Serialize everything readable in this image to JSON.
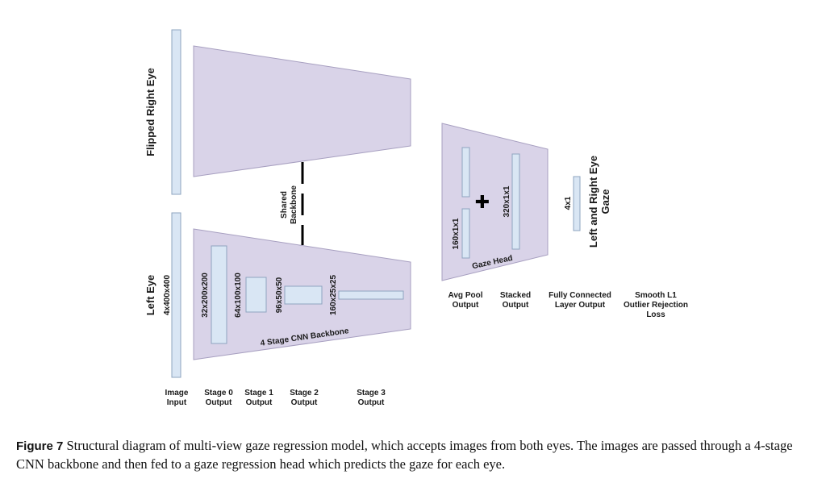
{
  "diagram": {
    "eye_labels": {
      "flipped_right_eye": "Flipped Right Eye",
      "left_eye": "Left Eye"
    },
    "input_size": "4x400x400",
    "shared_backbone": [
      "Shared",
      "Backbone"
    ],
    "backbone_label": "4 Stage CNN Backbone",
    "stage_sizes": [
      "32x200x200",
      "64x100x100",
      "96x50x50",
      "160x25x25"
    ],
    "gaze_head": {
      "label": "Gaze Head",
      "avgpool_size": "160x1x1",
      "stacked_size": "320x1x1",
      "plus_symbol": "✚"
    },
    "fc_size": "4x1",
    "output_label": [
      "Left and Right Eye",
      "Gaze"
    ],
    "bottom_labels": [
      [
        "Image",
        "Input"
      ],
      [
        "Stage 0",
        "Output"
      ],
      [
        "Stage 1",
        "Output"
      ],
      [
        "Stage 2",
        "Output"
      ],
      [
        "Stage 3",
        "Output"
      ]
    ],
    "head_labels": [
      [
        "Avg Pool",
        "Output"
      ],
      [
        "Stacked",
        "Output"
      ],
      [
        "Fully Connected",
        "Layer Output"
      ],
      [
        "Smooth L1",
        "Outlier Rejection",
        "Loss"
      ]
    ],
    "colors": {
      "trapezoid": "#d9d3e8",
      "feature_map": "#d9e6f4"
    }
  },
  "caption": {
    "label": "Figure 7",
    "text": "Structural diagram of multi-view gaze regression model, which accepts images from both eyes. The images are passed through a 4-stage CNN backbone and then fed to a gaze regression head which predicts the gaze for each eye."
  }
}
